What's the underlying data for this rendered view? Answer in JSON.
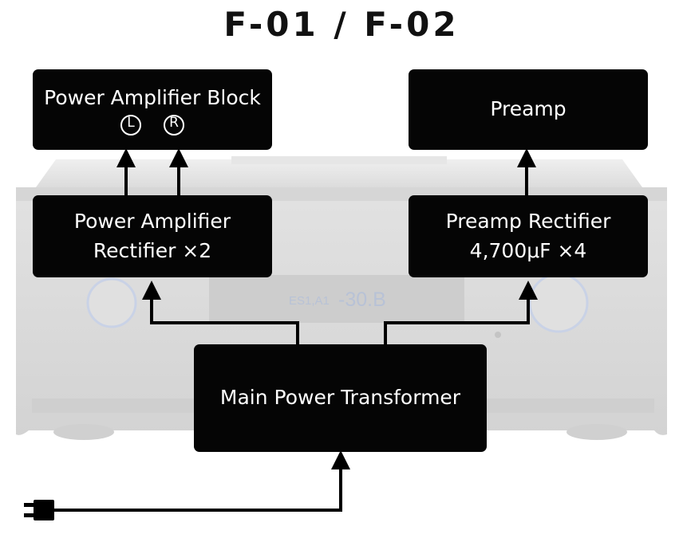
{
  "title": "F-01 / F-02",
  "blocks": {
    "power_amp_block": {
      "label": "Power Amplifier Block",
      "channels": [
        "L",
        "R"
      ]
    },
    "preamp": {
      "label": "Preamp"
    },
    "power_amp_rectifier": {
      "line1": "Power Amplifier",
      "line2": "Rectifier ×2"
    },
    "preamp_rectifier": {
      "line1": "Preamp Rectifier",
      "line2": "4,700μF ×4"
    },
    "transformer": {
      "label": "Main Power Transformer"
    }
  },
  "display": {
    "source": "ES1,A1",
    "volume": "-30.B"
  },
  "colors": {
    "box": "#050505",
    "box_text": "#ffffff",
    "line": "#000000",
    "background_image": "#d9d9d9"
  },
  "icons": [
    "plug-icon",
    "arrow-icon"
  ]
}
